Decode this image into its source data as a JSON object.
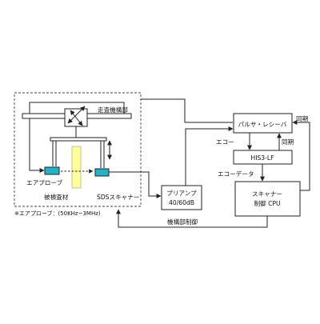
{
  "labels": {
    "scan_mechanism": "走査機構部",
    "air_probe": "エアプローブ",
    "test_material": "被検査材",
    "sds_scanner": "SDSスキャナー",
    "probe_note": "※エアプローブ：(50KHz~3MHz)",
    "preamp_line1": "プリアンプ",
    "preamp_line2": "40/60dB",
    "pulser_receiver": "パルサ・レシーバ",
    "echo1": "エコー",
    "sync1": "同期",
    "sync2": "同期",
    "his3": "HIS3-LF",
    "echo_data": "エコーデータ",
    "scanner_cpu_line1": "スキャナー",
    "scanner_cpu_line2": "制御 CPU",
    "mech_control": "機構部制御"
  },
  "colors": {
    "line": "#222222",
    "probe_fill": "#21b3c9",
    "material_fill": "#ffff99",
    "dashed_border": "#444444"
  }
}
